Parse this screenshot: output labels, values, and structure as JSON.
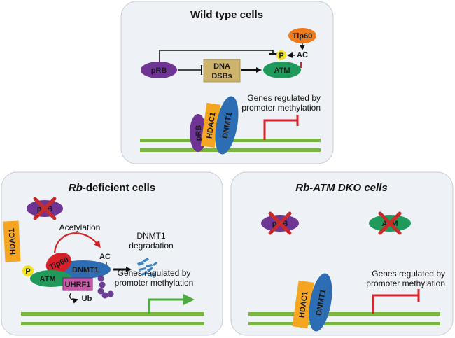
{
  "colors": {
    "panel_bg": "#eef1f5",
    "panel_stroke": "#c9ced6",
    "dna_green": "#7ab441",
    "prb_purple": "#6f3594",
    "hdac1_orange": "#f5a51f",
    "dnmt1_blue": "#2d6db4",
    "atm_green": "#1f9a5a",
    "tip60_orange": "#ef7a1a",
    "tip60_red": "#d6202a",
    "phospho_yellow": "#f2e322",
    "dsb_box": "#cdb36c",
    "uhrf1_pink": "#c65aa6",
    "x_red": "#c92a2a",
    "promoter_red": "#d8232a",
    "promoter_green": "#4cae3a",
    "ub_purple": "#6a3d97",
    "degraded_blue": "#3b86c7"
  },
  "panels": {
    "wild_type": {
      "title": "Wild type cells",
      "prb": "pRB",
      "dna_dsbs_line1": "DNA",
      "dna_dsbs_line2": "DSBs",
      "atm": "ATM",
      "tip60": "Tip60",
      "p": "P",
      "ac": "AC",
      "genes_line1": "Genes regulated by",
      "genes_line2": "promoter methylation",
      "complex_prb": "pRB",
      "complex_hdac1": "HDAC1",
      "complex_dnmt1": "DNMT1"
    },
    "rb_deficient": {
      "title_italic": "Rb",
      "title_rest": "-deficient cells",
      "prb": "pRB",
      "hdac1": "HDAC1",
      "acetylation": "Acetylation",
      "ac": "AC",
      "tip60": "Tip60",
      "dnmt1": "DNMT1",
      "p": "P",
      "atm": "ATM",
      "uhrf1": "UHRF1",
      "ub": "Ub",
      "degradation_line1": "DNMT1",
      "degradation_line2": "degradation",
      "genes_line1": "Genes regulated by",
      "genes_line2": "promoter methylation"
    },
    "dko": {
      "title": "Rb-ATM DKO cells",
      "prb": "pRB",
      "atm": "ATM",
      "genes_line1": "Genes regulated by",
      "genes_line2": "promoter methylation",
      "hdac1": "HDAC1",
      "dnmt1": "DNMT1"
    }
  }
}
